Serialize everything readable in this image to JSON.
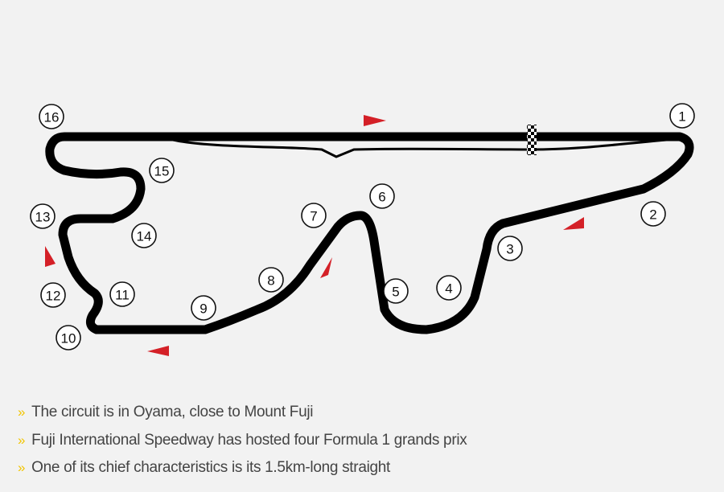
{
  "circuit": {
    "corners": [
      "1",
      "2",
      "3",
      "4",
      "5",
      "6",
      "7",
      "8",
      "9",
      "10",
      "11",
      "12",
      "13",
      "14",
      "15",
      "16"
    ],
    "colors": {
      "track": "#000000",
      "arrow": "#d42027",
      "bullet": "#f2c500",
      "text": "#444444"
    }
  },
  "facts": [
    "The circuit is in Oyama, close to Mount Fuji",
    "Fuji International Speedway has hosted four Formula 1 grands prix",
    "One of its chief characteristics is its 1.5km-long straight"
  ],
  "bullet_mark": "»"
}
